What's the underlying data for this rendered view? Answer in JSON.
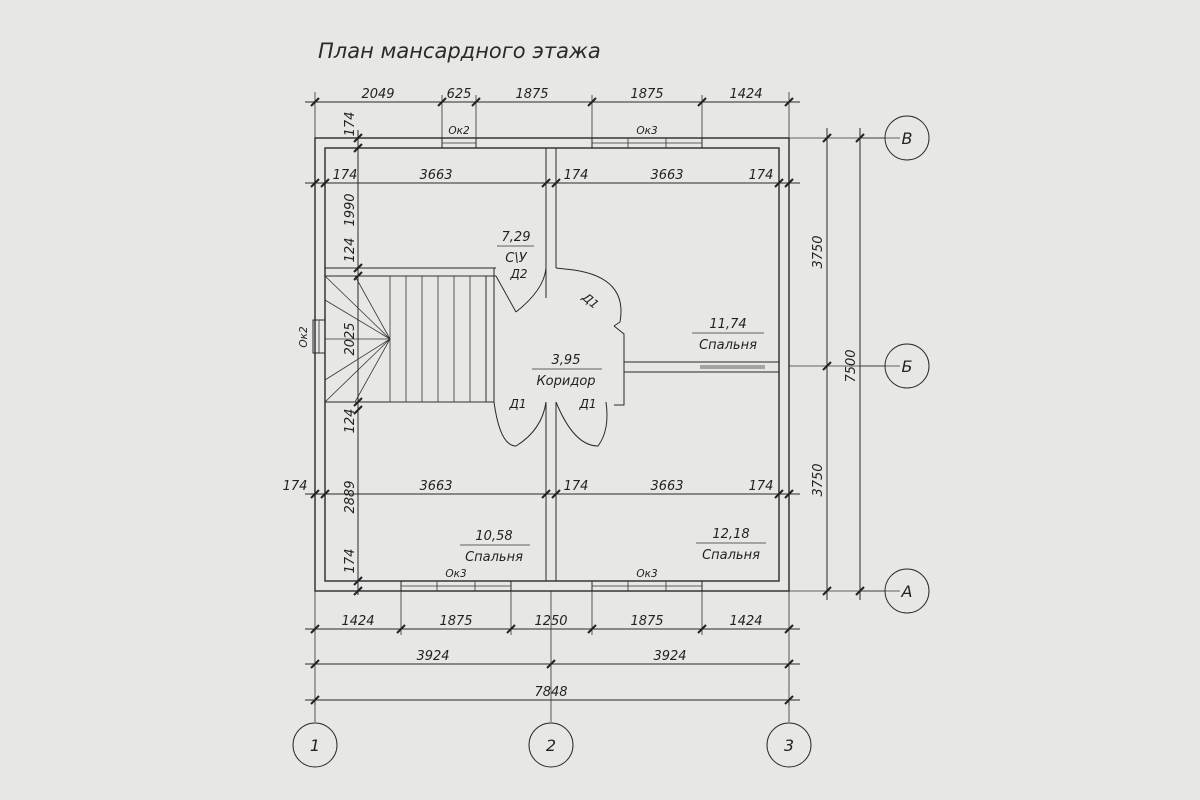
{
  "title": "План мансардного этажа",
  "axes": {
    "rows": [
      "В",
      "Б",
      "А"
    ],
    "cols": [
      "1",
      "2",
      "3"
    ]
  },
  "dims": {
    "top_outer": [
      "2049",
      "625",
      "1875",
      "1875",
      "1424"
    ],
    "upper_inner": [
      "174",
      "3663",
      "174",
      "3663",
      "174"
    ],
    "lower_inner": [
      "174",
      "3663",
      "174",
      "3663",
      "174"
    ],
    "left_vertical": [
      "174",
      "1990",
      "124",
      "2025",
      "124",
      "2889",
      "174"
    ],
    "right_vertical": [
      "3750",
      "3750"
    ],
    "right_total": "7500",
    "bottom_windows": [
      "1424",
      "1875",
      "1250",
      "1875",
      "1424"
    ],
    "bottom_halves": [
      "3924",
      "3924"
    ],
    "bottom_total": "7848"
  },
  "rooms": {
    "wc": {
      "area": "7,29",
      "name": "С\\У"
    },
    "corridor": {
      "area": "3,95",
      "name": "Коридор"
    },
    "bedroom_ne": {
      "area": "11,74",
      "name": "Спальня"
    },
    "bedroom_sw": {
      "area": "10,58",
      "name": "Спальня"
    },
    "bedroom_se": {
      "area": "12,18",
      "name": "Спальня"
    }
  },
  "doors": {
    "d2": "Д2",
    "d1_ne": "Д1",
    "d1_left": "Д1",
    "d1_right": "Д1"
  },
  "windows": {
    "top_left": "Ок2",
    "top_right": "Ок3",
    "left": "Ок2",
    "bottom_left": "Ок3",
    "bottom_right": "Ок3"
  }
}
